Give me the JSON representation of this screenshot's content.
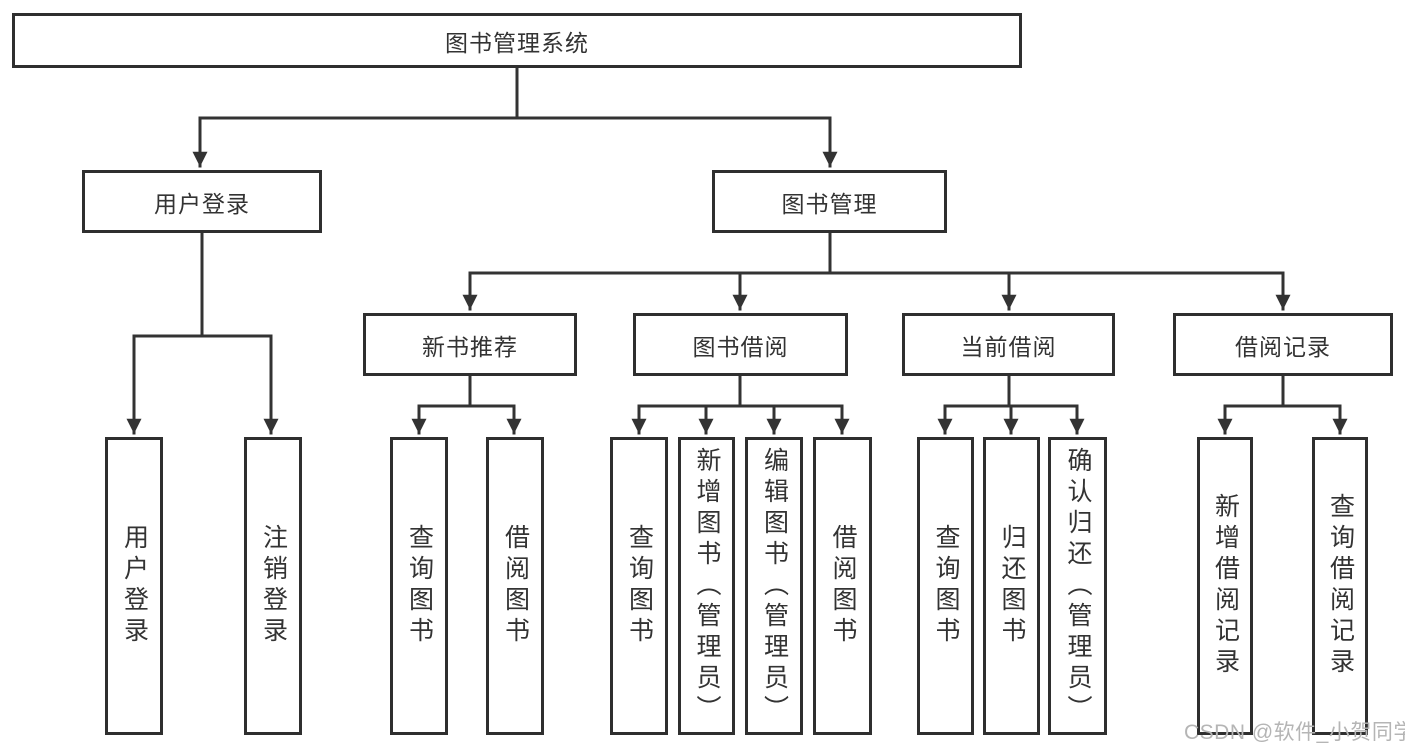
{
  "diagram": {
    "root": {
      "label": "图书管理系统"
    },
    "user_login": {
      "label": "用户登录",
      "children": [
        {
          "label": "用户登录"
        },
        {
          "label": "注销登录"
        }
      ]
    },
    "book_management": {
      "label": "图书管理",
      "children": [
        {
          "label": "新书推荐",
          "children": [
            {
              "label": "查询图书"
            },
            {
              "label": "借阅图书"
            }
          ]
        },
        {
          "label": "图书借阅",
          "children": [
            {
              "label": "查询图书"
            },
            {
              "label": "新增图书（管理员）"
            },
            {
              "label": "编辑图书（管理员）"
            },
            {
              "label": "借阅图书"
            }
          ]
        },
        {
          "label": "当前借阅",
          "children": [
            {
              "label": "查询图书"
            },
            {
              "label": "归还图书"
            },
            {
              "label": "确认归还（管理员）"
            }
          ]
        },
        {
          "label": "借阅记录",
          "children": [
            {
              "label": "新增借阅记录"
            },
            {
              "label": "查询借阅记录"
            }
          ]
        }
      ]
    }
  },
  "watermark": {
    "text": "CSDN @软件_小贺同学"
  },
  "colors": {
    "line": "#333333",
    "box_border": "#2f2f2f",
    "text": "#333333",
    "background": "#ffffff",
    "watermark": "#b5b5b5"
  }
}
